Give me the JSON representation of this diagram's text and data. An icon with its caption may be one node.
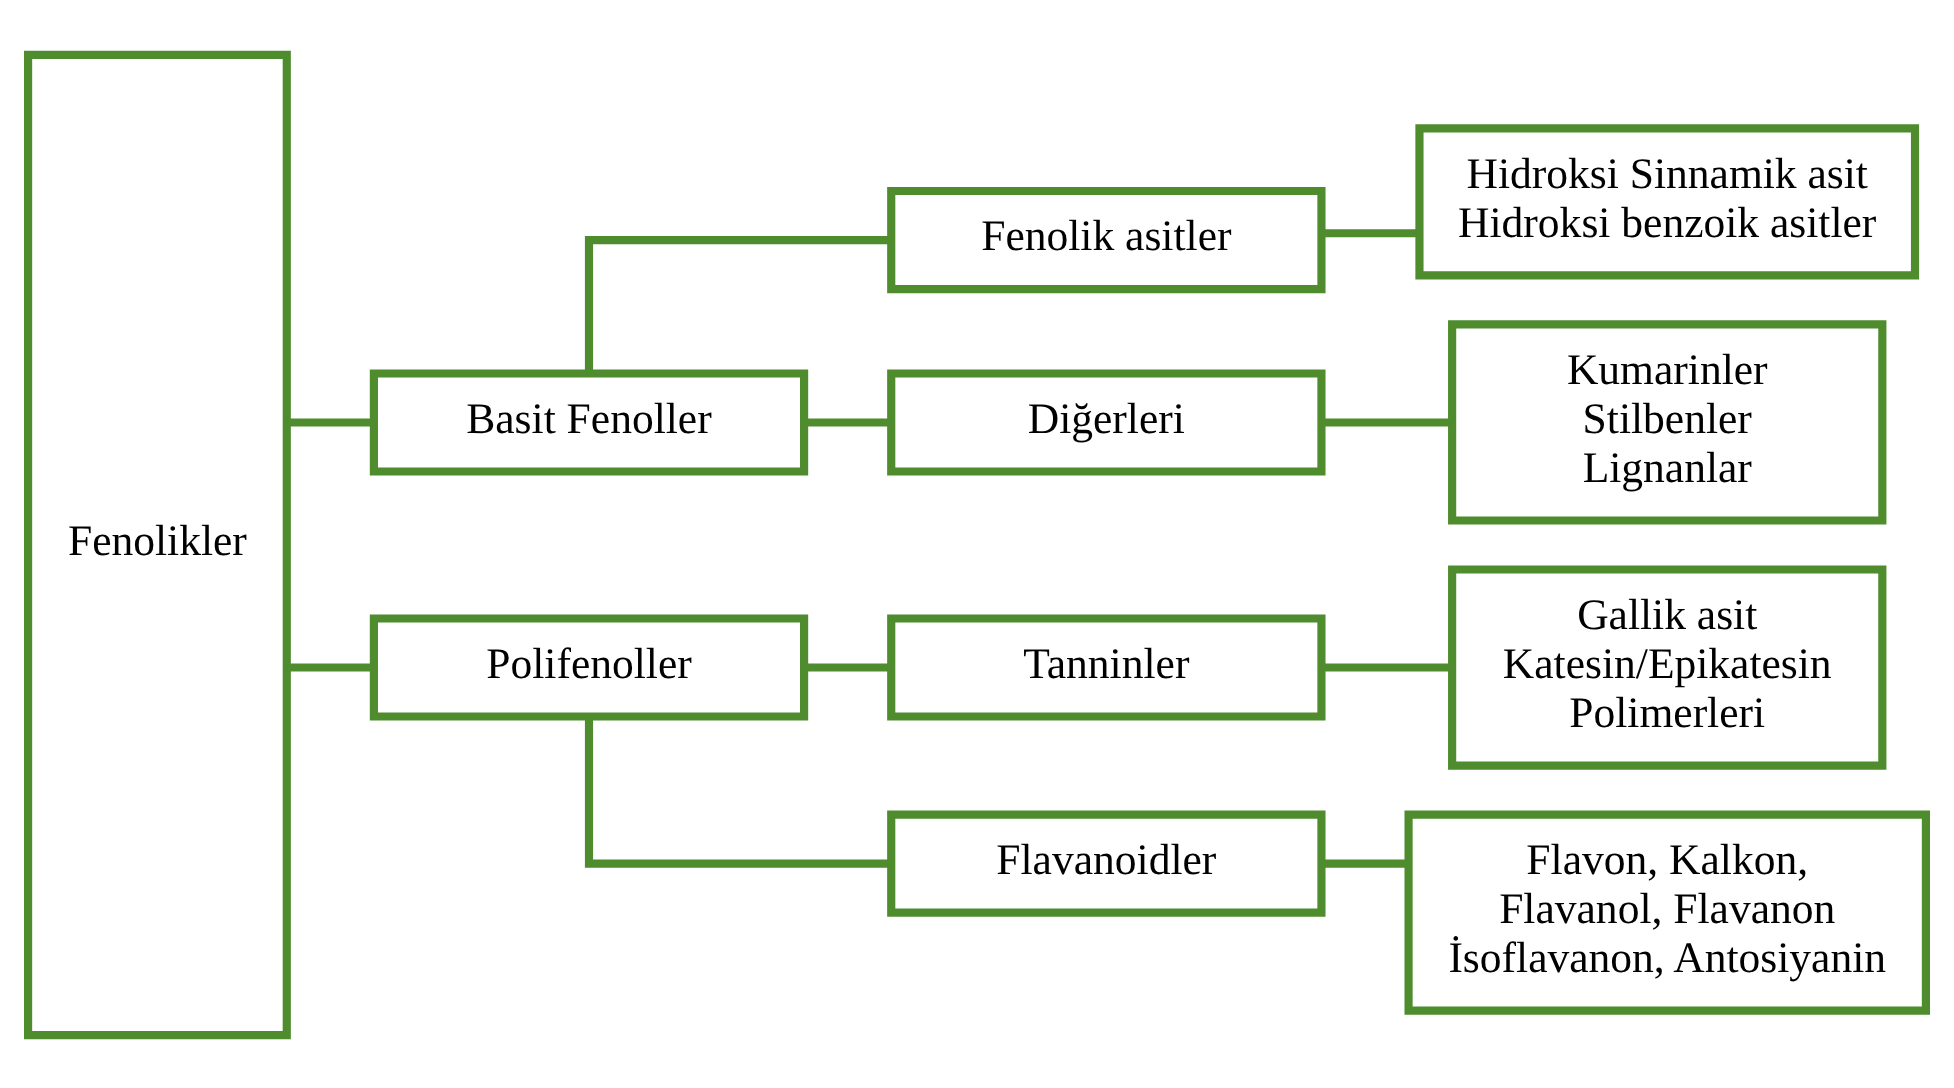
{
  "diagram": {
    "nodes": [
      {
        "text": [
          "Fenolikler"
        ]
      },
      {
        "text": [
          "Basit Fenoller"
        ]
      },
      {
        "text": [
          "Polifenoller"
        ]
      },
      {
        "text": [
          "Fenolik asitler"
        ]
      },
      {
        "text": [
          "Diğerleri"
        ]
      },
      {
        "text": [
          "Tanninler"
        ]
      },
      {
        "text": [
          "Flavanoidler"
        ]
      },
      {
        "text": [
          "Hidroksi Sinnamik asit",
          "Hidroksi benzoik asitler"
        ]
      },
      {
        "text": [
          "Kumarinler",
          "Stilbenler",
          "Lignanlar"
        ]
      },
      {
        "text": [
          "Gallik asit",
          "Katesin/Epikatesin",
          "Polimerleri"
        ]
      },
      {
        "text": [
          "Flavon, Kalkon, Flavanol, Flavanon İsoflavanon, Antosiyanin"
        ]
      }
    ],
    "edges": [
      {
        "from": 0,
        "to": 1,
        "arrow": "none"
      },
      {
        "from": 0,
        "to": 2,
        "arrow": "none"
      },
      {
        "from": 1,
        "to": 3,
        "arrow": "none"
      },
      {
        "from": 1,
        "to": 4,
        "arrow": "none"
      },
      {
        "from": 2,
        "to": 5,
        "arrow": "none"
      },
      {
        "from": 2,
        "to": 6,
        "arrow": "none"
      },
      {
        "from": 3,
        "to": 7,
        "arrow": "none"
      },
      {
        "from": 4,
        "to": 8,
        "arrow": "none"
      },
      {
        "from": 5,
        "to": 9,
        "arrow": "none"
      },
      {
        "from": 6,
        "to": 10,
        "arrow": "none"
      }
    ]
  }
}
